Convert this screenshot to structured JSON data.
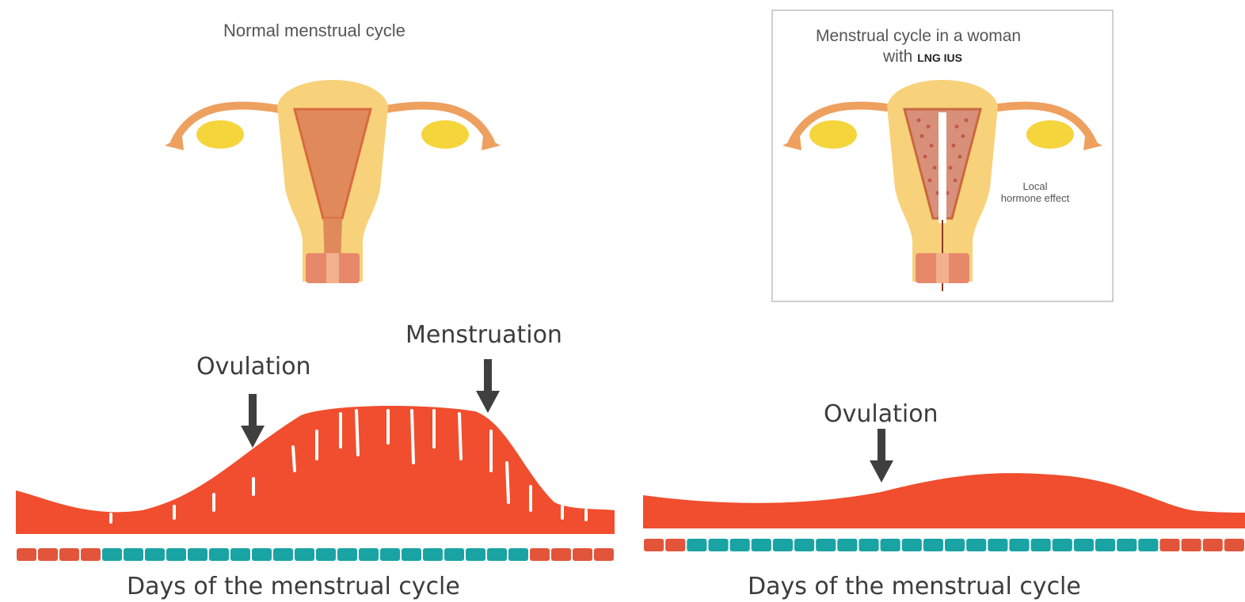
{
  "left_panel": {
    "title": "Normal menstrual cycle",
    "ovulation_label": "Ovulation",
    "menstruation_label": "Menstruation",
    "days_label": "Days of the menstrual cycle",
    "day_count": 28
  },
  "right_panel": {
    "title_line1": "Menstrual cycle in a woman",
    "title_line2_prefix": "with",
    "title_line2_bold": "LNG IUS",
    "local_effect_line1": "Local",
    "local_effect_line2": "hormone effect",
    "ovulation_label": "Ovulation",
    "days_label": "Days of the menstrual cycle",
    "day_count": 28
  },
  "colors": {
    "endometrium": "#f04e2e",
    "uterus": "#f7d27a",
    "tube": "#eea05f",
    "ovary": "#f5d53c",
    "lining": "#e08a5c",
    "day_teal": "#1aa3a3",
    "day_red": "#e2553a",
    "arrow": "#3f3f3f"
  }
}
